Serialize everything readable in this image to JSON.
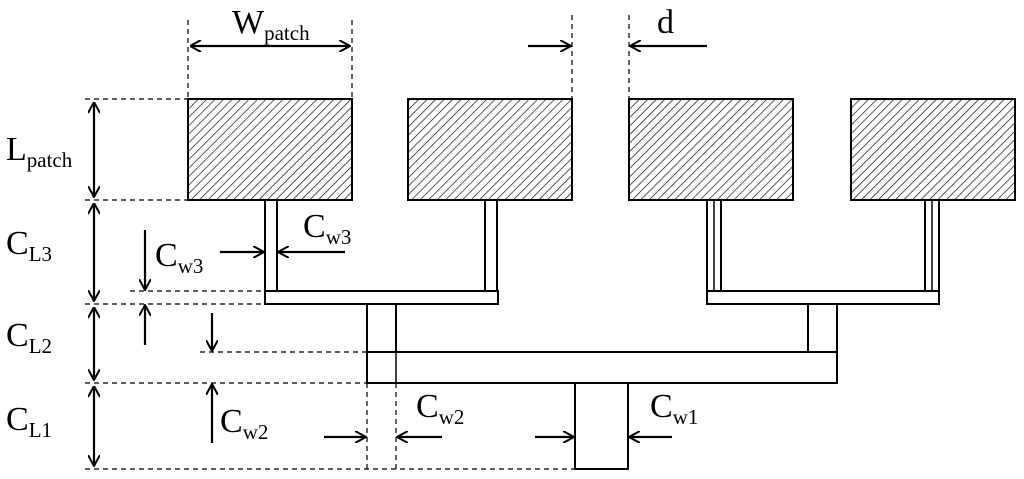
{
  "labels": {
    "w_patch": {
      "main": "W",
      "sub": "patch"
    },
    "d": {
      "main": "d",
      "sub": ""
    },
    "l_patch": {
      "main": "L",
      "sub": "patch"
    },
    "cl3": {
      "main": "C",
      "sub": "L3"
    },
    "cl2": {
      "main": "C",
      "sub": "L2"
    },
    "cl1": {
      "main": "C",
      "sub": "L1"
    },
    "cw3_right": {
      "main": "C",
      "sub": "w3"
    },
    "cw3_left": {
      "main": "C",
      "sub": "w3"
    },
    "cw2_left": {
      "main": "C",
      "sub": "w2"
    },
    "cw2_right": {
      "main": "C",
      "sub": "w2"
    },
    "cw1": {
      "main": "C",
      "sub": "w1"
    }
  }
}
